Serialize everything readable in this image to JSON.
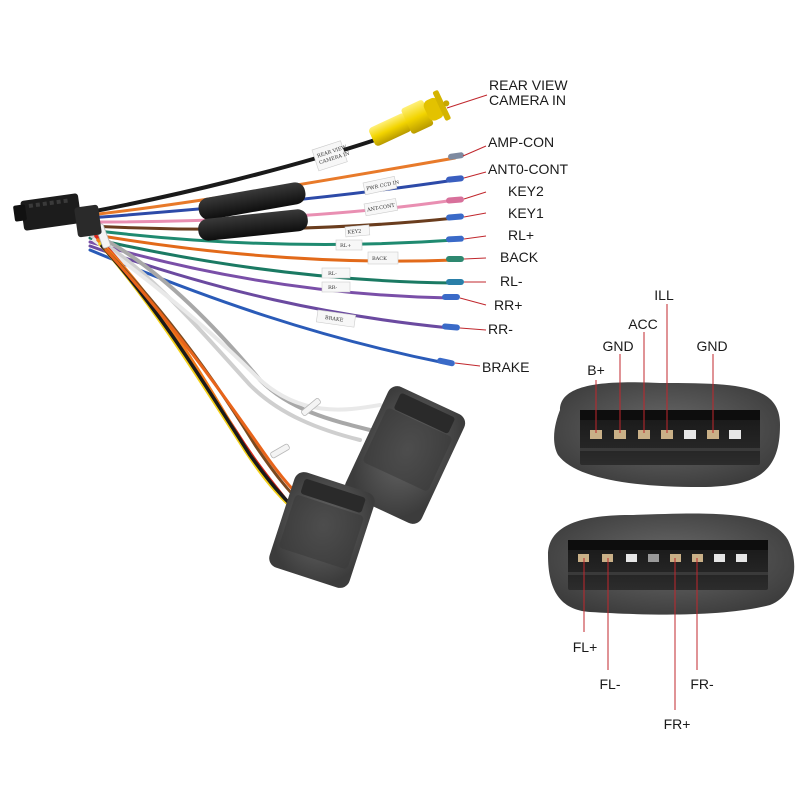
{
  "colors": {
    "pointer": "#c0272d",
    "foam": "#4e4e4e",
    "connector_black": "#1e1e1e",
    "rca_yellow": "#f2d400"
  },
  "wire_labels": [
    {
      "key": "rear_view",
      "lines": [
        "REAR VIEW",
        "CAMERA IN"
      ]
    },
    {
      "key": "amp_con",
      "lines": [
        "AMP-CON"
      ]
    },
    {
      "key": "ant_cont",
      "lines": [
        "ANT0-CONT"
      ]
    },
    {
      "key": "key2",
      "lines": [
        "KEY2"
      ]
    },
    {
      "key": "key1",
      "lines": [
        "KEY1"
      ]
    },
    {
      "key": "rl_plus",
      "lines": [
        "RL+"
      ]
    },
    {
      "key": "back",
      "lines": [
        "BACK"
      ]
    },
    {
      "key": "rl_minus",
      "lines": [
        "RL-"
      ]
    },
    {
      "key": "rr_plus",
      "lines": [
        "RR+"
      ]
    },
    {
      "key": "rr_minus",
      "lines": [
        "RR-"
      ]
    },
    {
      "key": "brake",
      "lines": [
        "BRAKE"
      ]
    }
  ],
  "power_connector_pins": [
    "ILL",
    "GND",
    "ACC",
    "B+",
    "GND"
  ],
  "speaker_connector_pins": [
    "FL+",
    "FL-",
    "FR-",
    "FR+"
  ],
  "sleeve_tags": [
    "REAR VIEW",
    "CAMERA IN",
    "PWR CCD IN",
    "ANT-CONT",
    "KEY2",
    "RL+",
    "BACK",
    "RL-",
    "RR-",
    "BRAKE"
  ]
}
